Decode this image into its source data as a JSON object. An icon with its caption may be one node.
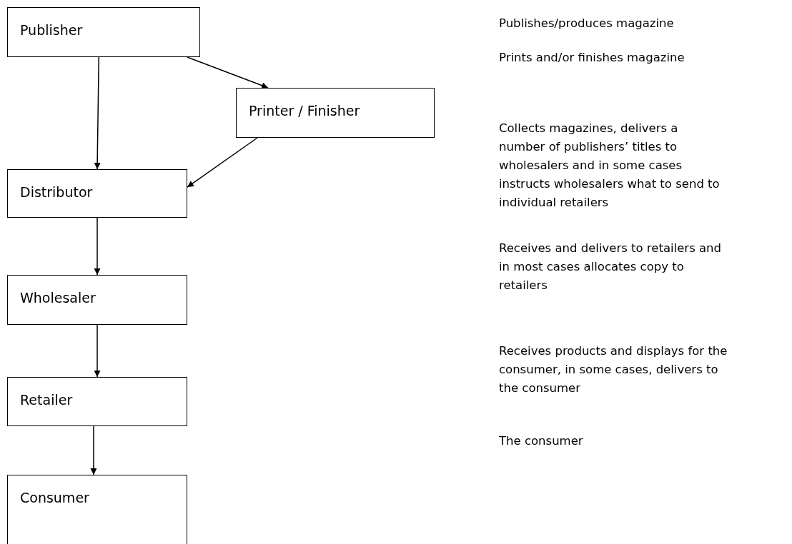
{
  "diagram": {
    "nodes": [
      {
        "text": [
          "Publisher"
        ]
      },
      {
        "text": [
          "Printer / Finisher"
        ]
      },
      {
        "text": [
          "Distributor"
        ]
      },
      {
        "text": [
          "Wholesaler"
        ]
      },
      {
        "text": [
          "Retailer"
        ]
      },
      {
        "text": [
          "Consumer"
        ]
      }
    ],
    "edges": [
      {
        "from": 0,
        "to": 2,
        "arrow": "to"
      },
      {
        "from": 0,
        "to": 1,
        "arrow": "to"
      },
      {
        "from": 1,
        "to": 2,
        "arrow": "to"
      },
      {
        "from": 2,
        "to": 3,
        "arrow": "to"
      },
      {
        "from": 3,
        "to": 4,
        "arrow": "to"
      },
      {
        "from": 4,
        "to": 5,
        "arrow": "to"
      }
    ],
    "labels": [
      "Publishes/produces magazine",
      "Prints and/or finishes magazine",
      "Collects magazines, delivers a number of publishers’ titles to wholesalers and in some cases instructs wholesalers what to send to individual retailers",
      "Receives and delivers to retailers and in most cases allocates copy to retailers",
      "Receives products and displays for the consumer, in some cases, delivers to the consumer",
      "The consumer"
    ]
  }
}
